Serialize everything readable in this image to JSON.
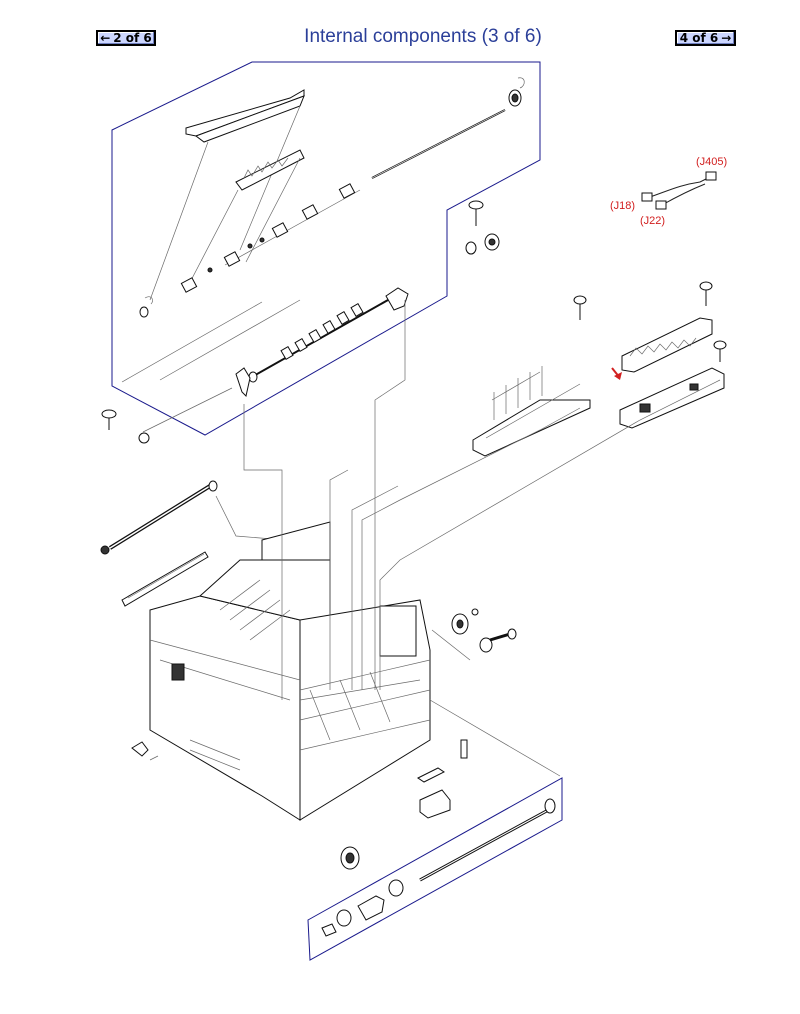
{
  "header": {
    "title": "Internal components (3 of 6)",
    "prev_label": "2 of 6",
    "next_label": "4 of 6",
    "prev_icon": "arrow-left-icon",
    "next_icon": "arrow-right-icon"
  },
  "callouts": {
    "j405": "(J405)",
    "j18": "(J18)",
    "j22": "(J22)"
  },
  "colors": {
    "title": "#2b3f99",
    "callout": "#d22020",
    "frame": "#1a1a8c",
    "button": "#ccd6ff"
  }
}
